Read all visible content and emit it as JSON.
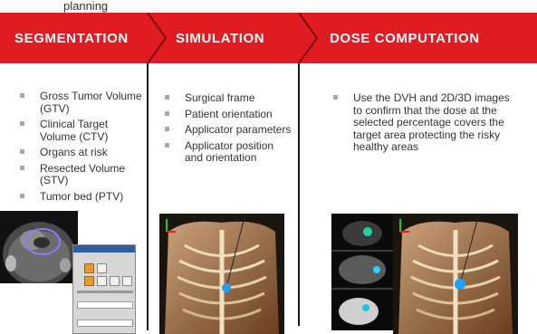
{
  "header_fragment": "planning",
  "steps": [
    {
      "label": "SEGMENTATION",
      "bullets": [
        "Gross Tumor Volume (GTV)",
        "Clinical Target Volume (CTV)",
        "Organs at risk",
        "Resected Volume (STV)",
        "Tumor bed (PTV)"
      ]
    },
    {
      "label": "SIMULATION",
      "bullets": [
        "Surgical frame",
        "Patient orientation",
        "Applicator parameters",
        "Applicator position and orientation"
      ]
    },
    {
      "label": "DOSE COMPUTATION",
      "bullets": [
        "Use the DVH and 2D/3D images to confirm that the dose at the selected percentage covers the target area protecting the risky healthy areas"
      ]
    }
  ],
  "colors": {
    "chevron_red": "#e01b22",
    "chevron_dark": "#7d0d12",
    "divider": "#1a1a1a",
    "bullet": "#a8a8a8"
  }
}
